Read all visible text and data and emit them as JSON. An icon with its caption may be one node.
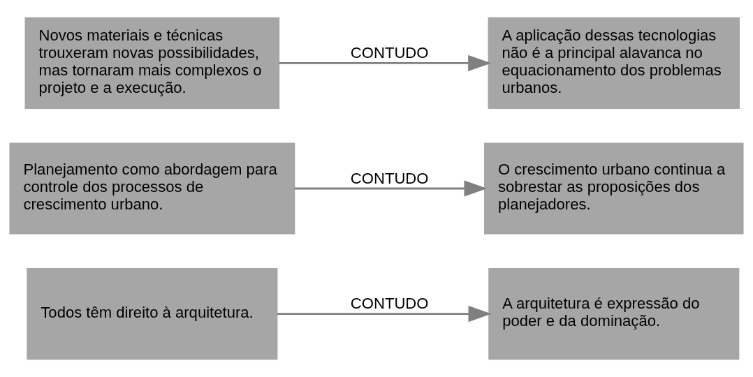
{
  "diagram": {
    "nodes": [
      {
        "text": [
          "Novos materiais e técnicas trouxeram novas possibilidades, mas tornaram mais complexos o projeto e a execução."
        ]
      },
      {
        "text": [
          "A aplicação dessas tecnologias não é a principal alavanca no equacionamento dos problemas urbanos."
        ]
      },
      {
        "text": [
          "Planejamento como abordagem para controle dos processos de crescimento urbano."
        ]
      },
      {
        "text": [
          "O crescimento urbano continua a sobrestar as proposições dos planejadores."
        ]
      },
      {
        "text": [
          "Todos têm direito à arquitetura."
        ]
      },
      {
        "text": [
          "A arquitetura é expressão do poder e da dominação."
        ]
      }
    ],
    "edges": [
      {
        "from": 0,
        "to": 1,
        "arrow": "to",
        "label": "CONTUDO"
      },
      {
        "from": 2,
        "to": 3,
        "arrow": "to",
        "label": "CONTUDO"
      },
      {
        "from": 4,
        "to": 5,
        "arrow": "to",
        "label": "CONTUDO"
      }
    ]
  }
}
